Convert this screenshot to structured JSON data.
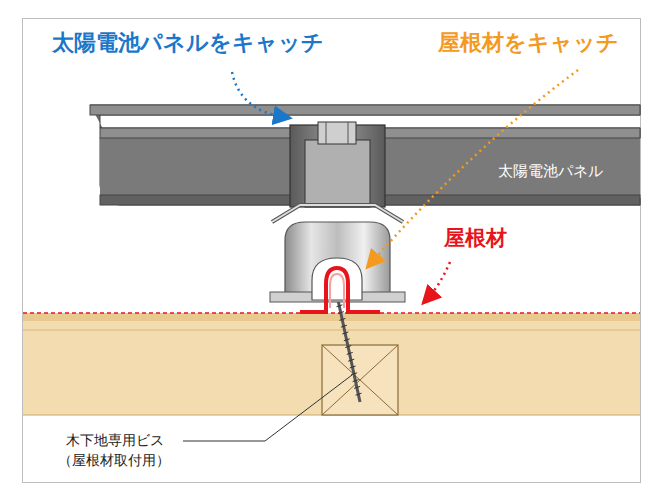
{
  "diagram": {
    "labels": [
      "太陽電池パネルをキャッチ",
      "屋根材をキャッチ",
      "太陽電池パネル",
      "屋根材",
      "木下地専用ビス",
      "（屋根材取付用）"
    ]
  }
}
